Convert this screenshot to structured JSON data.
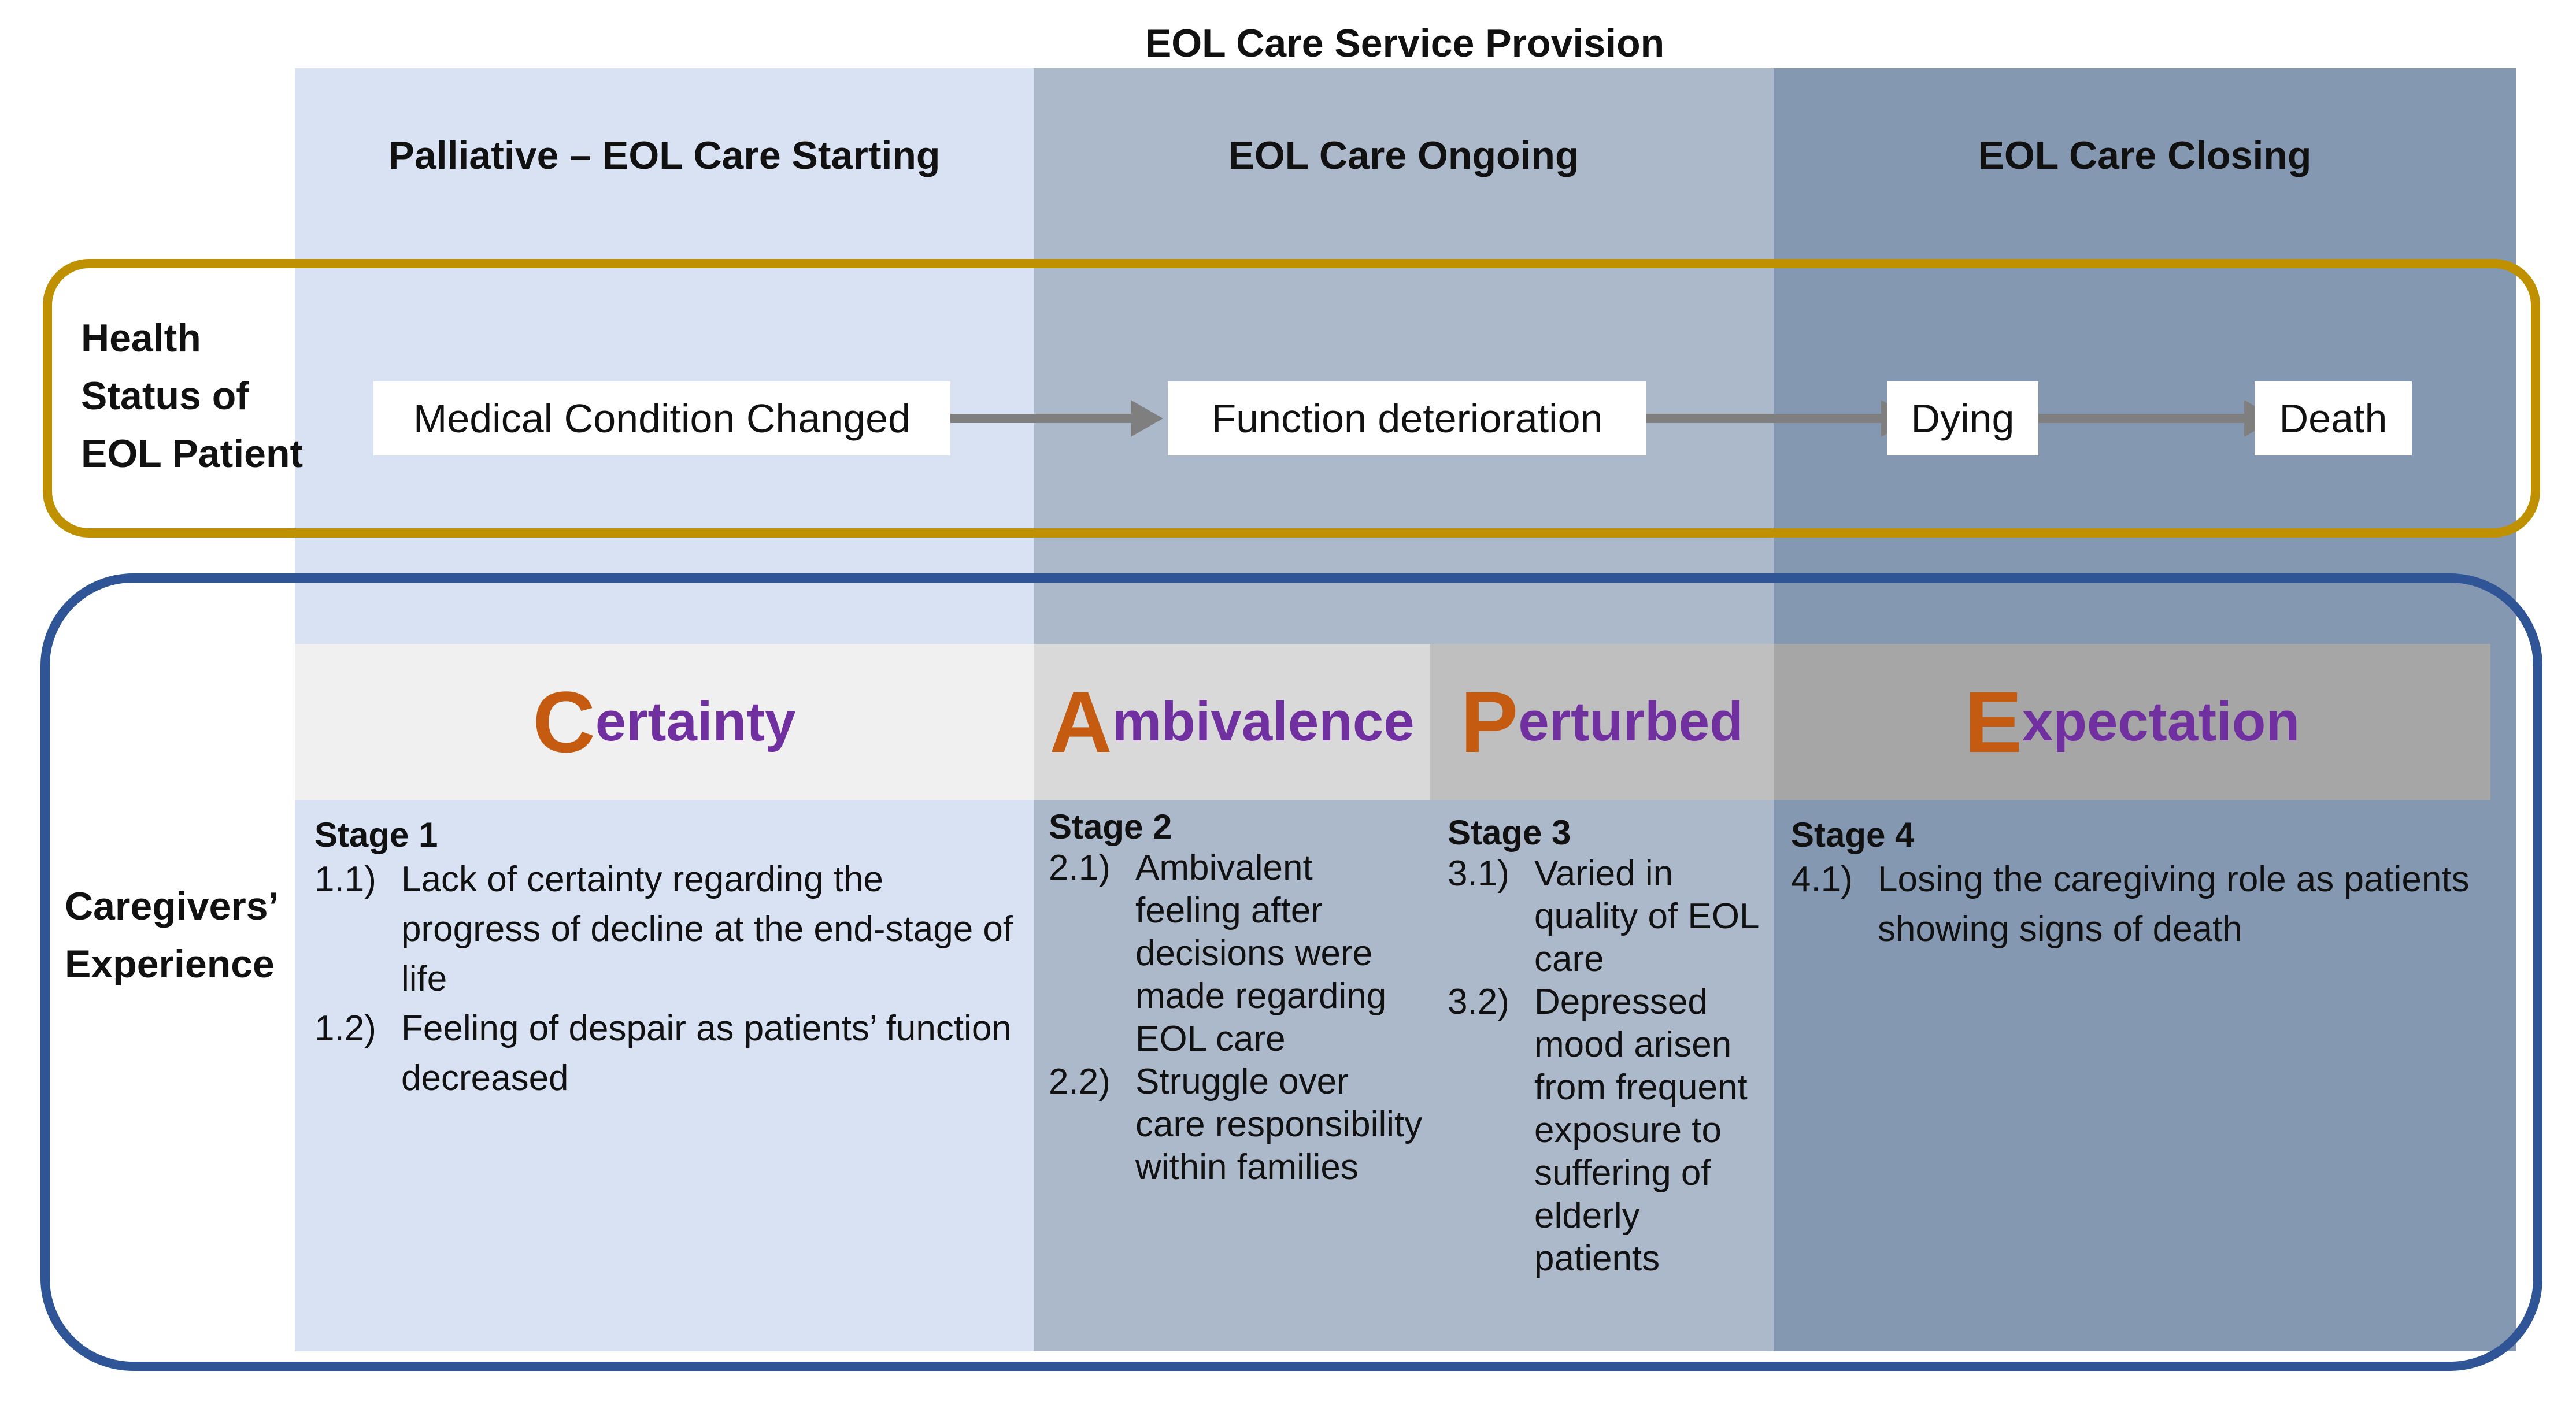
{
  "title": "EOL Care Service Provision",
  "columns": [
    {
      "label": "Palliative – EOL Care Starting"
    },
    {
      "label": "EOL Care Ongoing"
    },
    {
      "label": "EOL Care Closing"
    }
  ],
  "health": {
    "label_lines": [
      "Health",
      "Status of",
      "EOL Patient"
    ],
    "steps": [
      "Medical Condition Changed",
      "Function deterioration",
      "Dying",
      "Death"
    ]
  },
  "caregivers": {
    "label_lines": [
      "Caregivers’",
      "Experience"
    ]
  },
  "themes": [
    {
      "first": "C",
      "rest": "ertainty"
    },
    {
      "first": "A",
      "rest": "mbivalence"
    },
    {
      "first": "P",
      "rest": "erturbed"
    },
    {
      "first": "E",
      "rest": "xpectation"
    }
  ],
  "stages": [
    {
      "title": "Stage 1",
      "items": [
        {
          "num": "1.1)",
          "text": "Lack of certainty regarding the progress of decline at the end-stage of life"
        },
        {
          "num": "1.2)",
          "text": "Feeling of despair as patients’ function decreased"
        }
      ]
    },
    {
      "title": "Stage 2",
      "items": [
        {
          "num": "2.1)",
          "text": "Ambivalent feeling after decisions were made regarding EOL care"
        },
        {
          "num": "2.2)",
          "text": "Struggle over care responsibility within families"
        }
      ]
    },
    {
      "title": "Stage 3",
      "items": [
        {
          "num": "3.1)",
          "text": "Varied in quality of EOL care"
        },
        {
          "num": "3.2)",
          "text": "Depressed mood arisen from frequent exposure to suffering of elderly patients"
        }
      ]
    },
    {
      "title": "Stage 4",
      "items": [
        {
          "num": "4.1)",
          "text": "Losing the caregiving role as patients showing signs of death"
        }
      ]
    }
  ],
  "colors": {
    "column_1": "#d9e2f3",
    "column_2": "#acb9cb",
    "column_3": "#8598b2",
    "health_border": "#bf9000",
    "caregiver_border": "#2f5597",
    "arrow": "#7f7f7f",
    "theme_initial": "#c55a11",
    "theme_text": "#7030a0"
  }
}
